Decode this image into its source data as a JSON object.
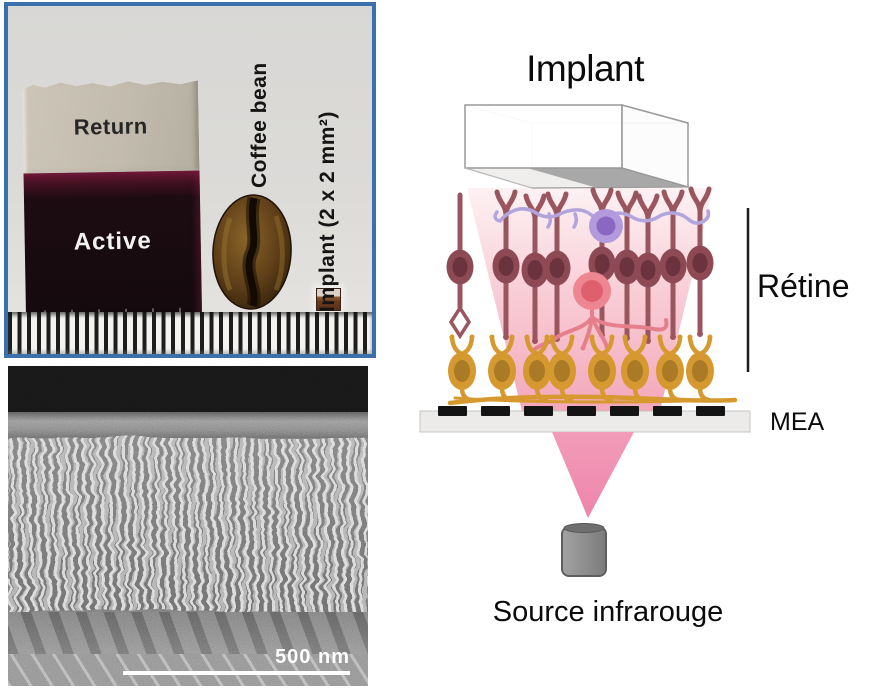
{
  "photo": {
    "return_label": "Return",
    "active_label": "Active",
    "coffee_bean_label": "Coffee bean",
    "implant_size_label": "Implant (2 x 2 mm²)"
  },
  "sem": {
    "scale_label": "500 nm"
  },
  "diagram": {
    "title": "Implant",
    "retina_label": "Rétine",
    "mea_label": "MEA",
    "source_label": "Source infrarouge"
  },
  "colors": {
    "frame_blue": "#3a70ac",
    "beam_pink_light": "#fceef0",
    "beam_pink_strong": "#f2a2b6",
    "photoreceptor_maroon": "#8d4a54",
    "horizontal_cell_purple": "#b29add",
    "bipolar_cell_pink": "#ee8692",
    "ganglion_cell_orange": "#d5992f",
    "electrode_black": "#141414",
    "mea_bar_gray": "#ecebe9",
    "source_gray": "#8d8d8d"
  }
}
